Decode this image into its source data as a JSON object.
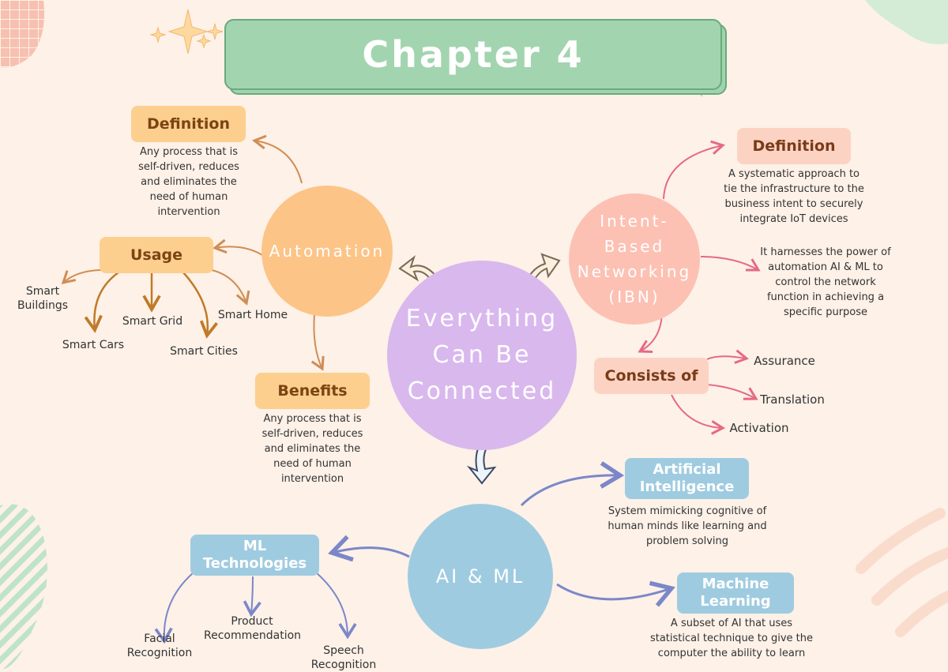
{
  "title": "Chapter 4",
  "center": "Everything Can Be Connected",
  "automation": {
    "label": "Automation",
    "definition": {
      "heading": "Definition",
      "text": "Any process that is self-driven, reduces and eliminates the need of human intervention"
    },
    "usage": {
      "heading": "Usage",
      "items": [
        "Smart Buildings",
        "Smart Cars",
        "Smart Grid",
        "Smart Cities",
        "Smart Home"
      ]
    },
    "benefits": {
      "heading": "Benefits",
      "text": "Any process that is self-driven, reduces and eliminates the need of human intervention"
    }
  },
  "ibn": {
    "label": "Intent-Based Networking (IBN)",
    "definition": {
      "heading": "Definition",
      "text": "A systematic approach to tie the infrastructure to the business intent to securely integrate IoT devices"
    },
    "power_text": "It harnesses the power of automation AI & ML to control the network function in achieving a specific purpose",
    "consists": {
      "heading": "Consists of",
      "items": [
        "Assurance",
        "Translation",
        "Activation"
      ]
    }
  },
  "aiml": {
    "label": "AI & ML",
    "ai": {
      "heading": "Artificial Intelligence",
      "text": "System mimicking cognitive of human minds like learning and problem solving"
    },
    "ml": {
      "heading": "Machine Learning",
      "text": "A subset of AI that uses statistical technique to give the computer the ability to learn"
    },
    "tech": {
      "heading": "ML Technologies",
      "items": [
        "Facial Recognition",
        "Product Recommendation",
        "Speech Recognition"
      ]
    }
  },
  "colors": {
    "background": "#fdf1e8",
    "title_green": "#a3d4b0",
    "automation_orange": "#fdc487",
    "center_purple": "#d9b8ee",
    "ibn_pink": "#fcc1b3",
    "aiml_blue": "#9fcbe0"
  }
}
